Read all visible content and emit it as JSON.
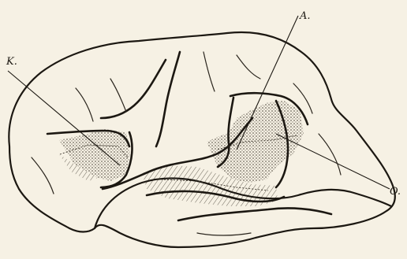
{
  "figure": {
    "labels": {
      "k": "K.",
      "a": "A.",
      "o": "O."
    },
    "colors": {
      "ink": "#1c1812",
      "paper": "#f6f1e4",
      "shade": "#9a958a"
    }
  }
}
